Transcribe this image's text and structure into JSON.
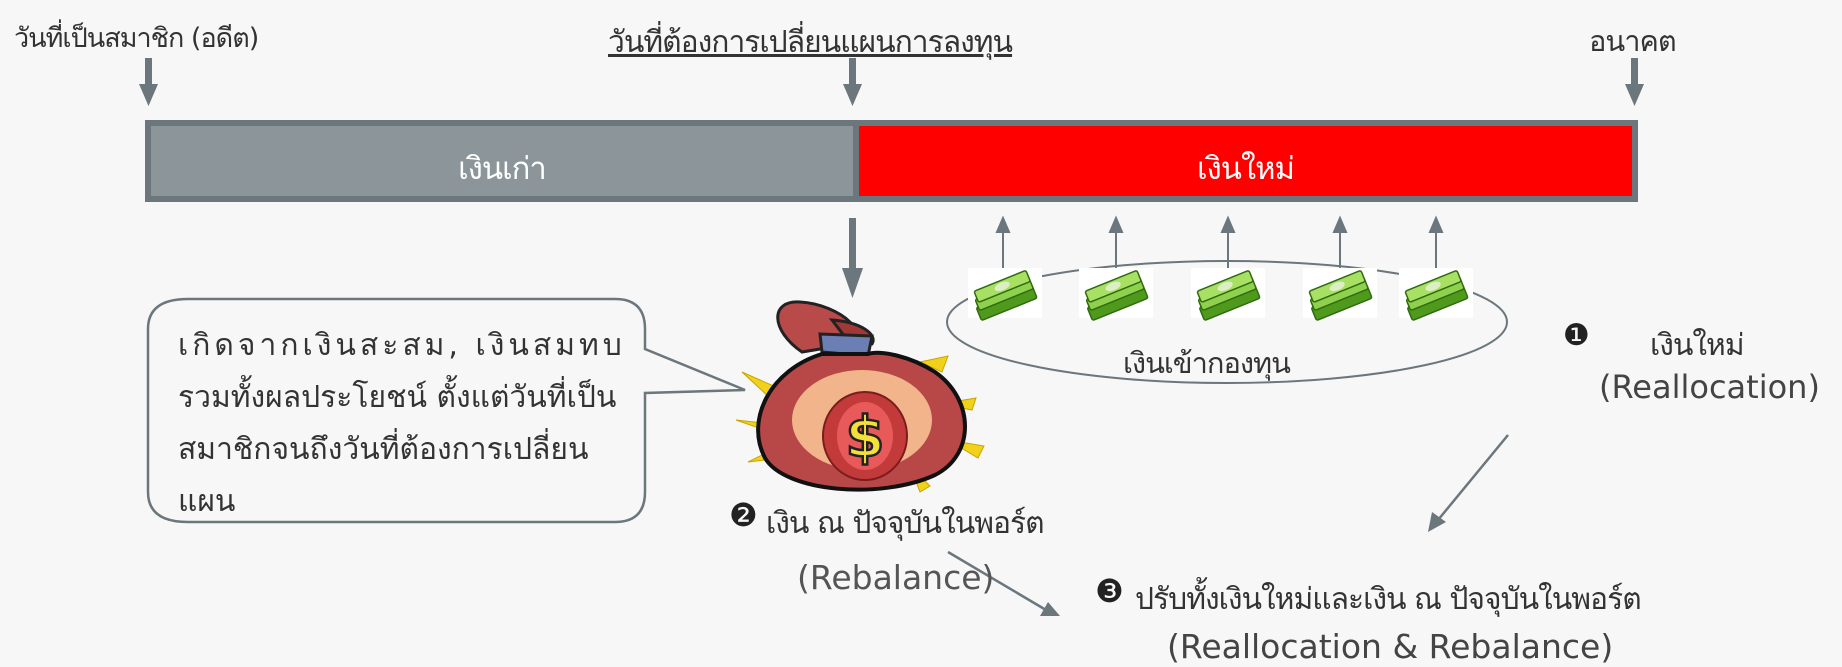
{
  "timeline": {
    "past_label": "วันที่เป็นสมาชิก (อดีต)",
    "change_label": "วันที่ต้องการเปลี่ยนแผนการลงทุน",
    "future_label": "อนาคต",
    "old_money_label": "เงินเก่า",
    "new_money_label": "เงินใหม่"
  },
  "callout": {
    "line1": "เกิดจากเงินสะสม, เงินสมทบ",
    "line2": "รวมทั้งผลประโยชน์ ตั้งแต่วันที่เป็น",
    "line3": "สมาชิกจนถึงวันที่ต้องการเปลี่ยน",
    "line4": "แผน"
  },
  "contributions": {
    "label": "เงินเข้ากองทุน",
    "bundle_count": 5,
    "icon": "cash-bundle-icon"
  },
  "options": {
    "opt1_num": "❶",
    "opt1_text": "เงินใหม่",
    "opt1_sub": "(Reallocation)",
    "opt2_num": "❷",
    "opt2_text": "เงิน ณ ปัจจุบันในพอร์ต",
    "opt2_sub": "(Rebalance)",
    "opt3_num": "❸",
    "opt3_text": "ปรับทั้งเงินใหม่และเงิน ณ ปัจจุบันในพอร์ต",
    "opt3_sub": "(Reallocation & Rebalance)"
  },
  "money_bag": {
    "symbol": "$",
    "icon": "money-bag-icon"
  },
  "colors": {
    "old_bar": "#8c969a",
    "new_bar": "#ff0000",
    "border": "#6b767d",
    "arrow": "#6b767d",
    "background": "#f7f7f7"
  }
}
